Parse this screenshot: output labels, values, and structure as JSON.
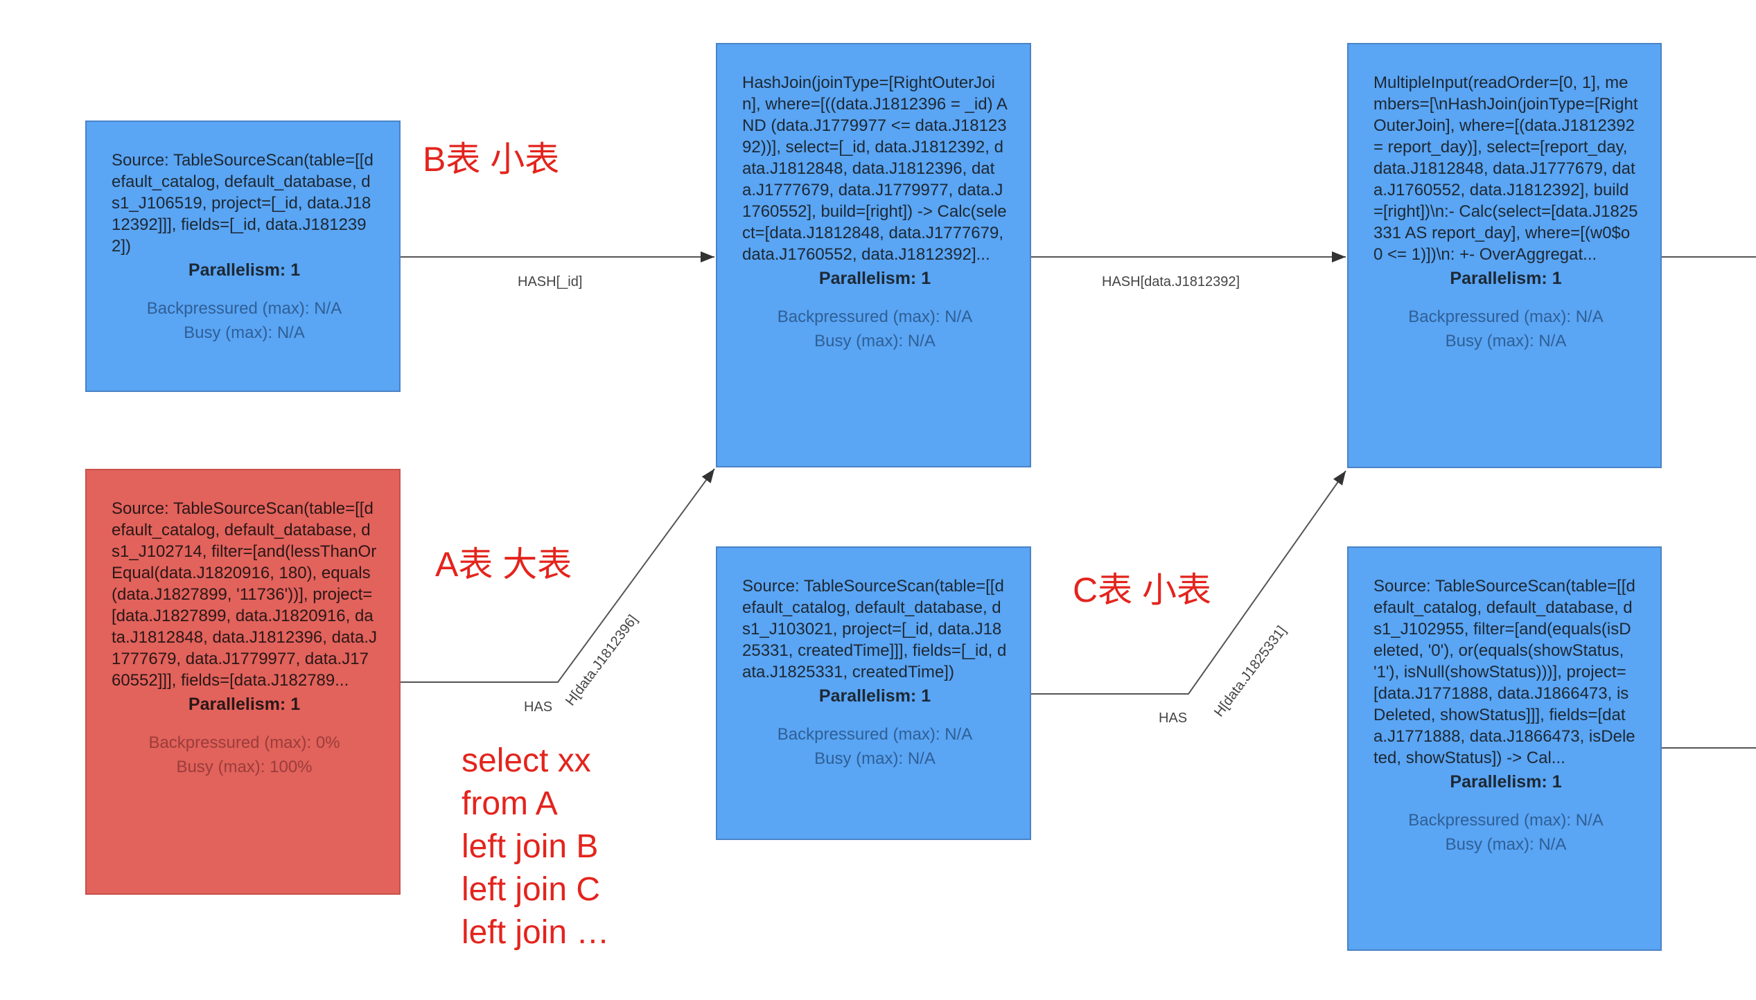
{
  "nodes": {
    "b_source": {
      "desc": "Source: TableSourceScan(table=[[default_catalog, default_database, ds1_J106519, project=[_id, data.J1812392]]], fields=[_id, data.J1812392])",
      "parallelism": "Parallelism: 1",
      "backpressured": "Backpressured (max): N/A",
      "busy": "Busy (max): N/A"
    },
    "a_source": {
      "desc": "Source: TableSourceScan(table=[[default_catalog, default_database, ds1_J102714, filter=[and(lessThanOrEqual(data.J1820916, 180), equals(data.J1827899, '11736'))], project=[data.J1827899, data.J1820916, data.J1812848, data.J1812396, data.J1777679, data.J1779977, data.J1760552]]], fields=[data.J182789...",
      "parallelism": "Parallelism: 1",
      "backpressured": "Backpressured (max): 0%",
      "busy": "Busy (max): 100%"
    },
    "hash_join": {
      "desc": "HashJoin(joinType=[RightOuterJoin], where=[((data.J1812396 = _id) AND (data.J1779977 <= data.J1812392))], select=[_id, data.J1812392, data.J1812848, data.J1812396, data.J1777679, data.J1779977, data.J1760552], build=[right]) -> Calc(select=[data.J1812848, data.J1777679, data.J1760552, data.J1812392]...",
      "parallelism": "Parallelism: 1",
      "backpressured": "Backpressured (max): N/A",
      "busy": "Busy (max): N/A"
    },
    "c_source": {
      "desc": "Source: TableSourceScan(table=[[default_catalog, default_database, ds1_J103021, project=[_id, data.J1825331, createdTime]]], fields=[_id, data.J1825331, createdTime])",
      "parallelism": "Parallelism: 1",
      "backpressured": "Backpressured (max): N/A",
      "busy": "Busy (max): N/A"
    },
    "multiple_input": {
      "desc": "MultipleInput(readOrder=[0, 1], members=[\\nHashJoin(joinType=[RightOuterJoin], where=[(data.J1812392 = report_day)], select=[report_day, data.J1812848, data.J1777679, data.J1760552, data.J1812392], build=[right])\\n:- Calc(select=[data.J1825331 AS report_day], where=[(w0$o0 <= 1)])\\n: +- OverAggregat...",
      "parallelism": "Parallelism: 1",
      "backpressured": "Backpressured (max): N/A",
      "busy": "Busy (max): N/A"
    },
    "d_source": {
      "desc": "Source: TableSourceScan(table=[[default_catalog, default_database, ds1_J102955, filter=[and(equals(isDeleted, '0'), or(equals(showStatus, '1'), isNull(showStatus)))], project=[data.J1771888, data.J1866473, isDeleted, showStatus]]], fields=[data.J1771888, data.J1866473, isDeleted, showStatus]) -> Cal...",
      "parallelism": "Parallelism: 1",
      "backpressured": "Backpressured (max): N/A",
      "busy": "Busy (max): N/A"
    }
  },
  "edges": {
    "b_to_join": "HASH[_id]",
    "join_to_multi": "HASH[data.J1812392]",
    "a_to_join_h": "HAS",
    "a_to_join_d": "H[data.J1812396]",
    "c_to_multi_h": "HAS",
    "c_to_multi_d": "H[data.J1825331]"
  },
  "annotations": {
    "b_table": "B表  小表",
    "a_table": "A表 大表",
    "c_table": "C表  小表",
    "sql_lines": [
      "select xx",
      "from A",
      "left join B",
      "left join C",
      "left join …"
    ]
  },
  "colors": {
    "node_blue": "#5aa5f4",
    "node_red": "#e2625c",
    "annotation_red": "#e3241d",
    "edge_gray": "#555555"
  }
}
